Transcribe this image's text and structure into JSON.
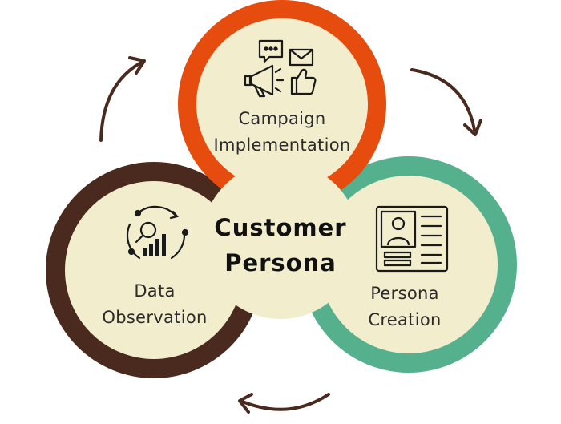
{
  "center": {
    "line1": "Customer",
    "line2": "Persona"
  },
  "stages": {
    "campaign": {
      "line1": "Campaign",
      "line2": "Implementation",
      "icon": "megaphone-chat-mail-like-icon"
    },
    "observation": {
      "line1": "Data",
      "line2": "Observation",
      "icon": "analytics-magnifier-cycle-icon"
    },
    "creation": {
      "line1": "Persona",
      "line2": "Creation",
      "icon": "profile-card-icon"
    }
  },
  "colors": {
    "campaign_ring": "#E74C0F",
    "observation_ring": "#4A2A1E",
    "creation_ring": "#55B08E",
    "fill": "#F1EDCD",
    "arrow": "#4A2A1E",
    "icon": "#1a1a1a"
  }
}
